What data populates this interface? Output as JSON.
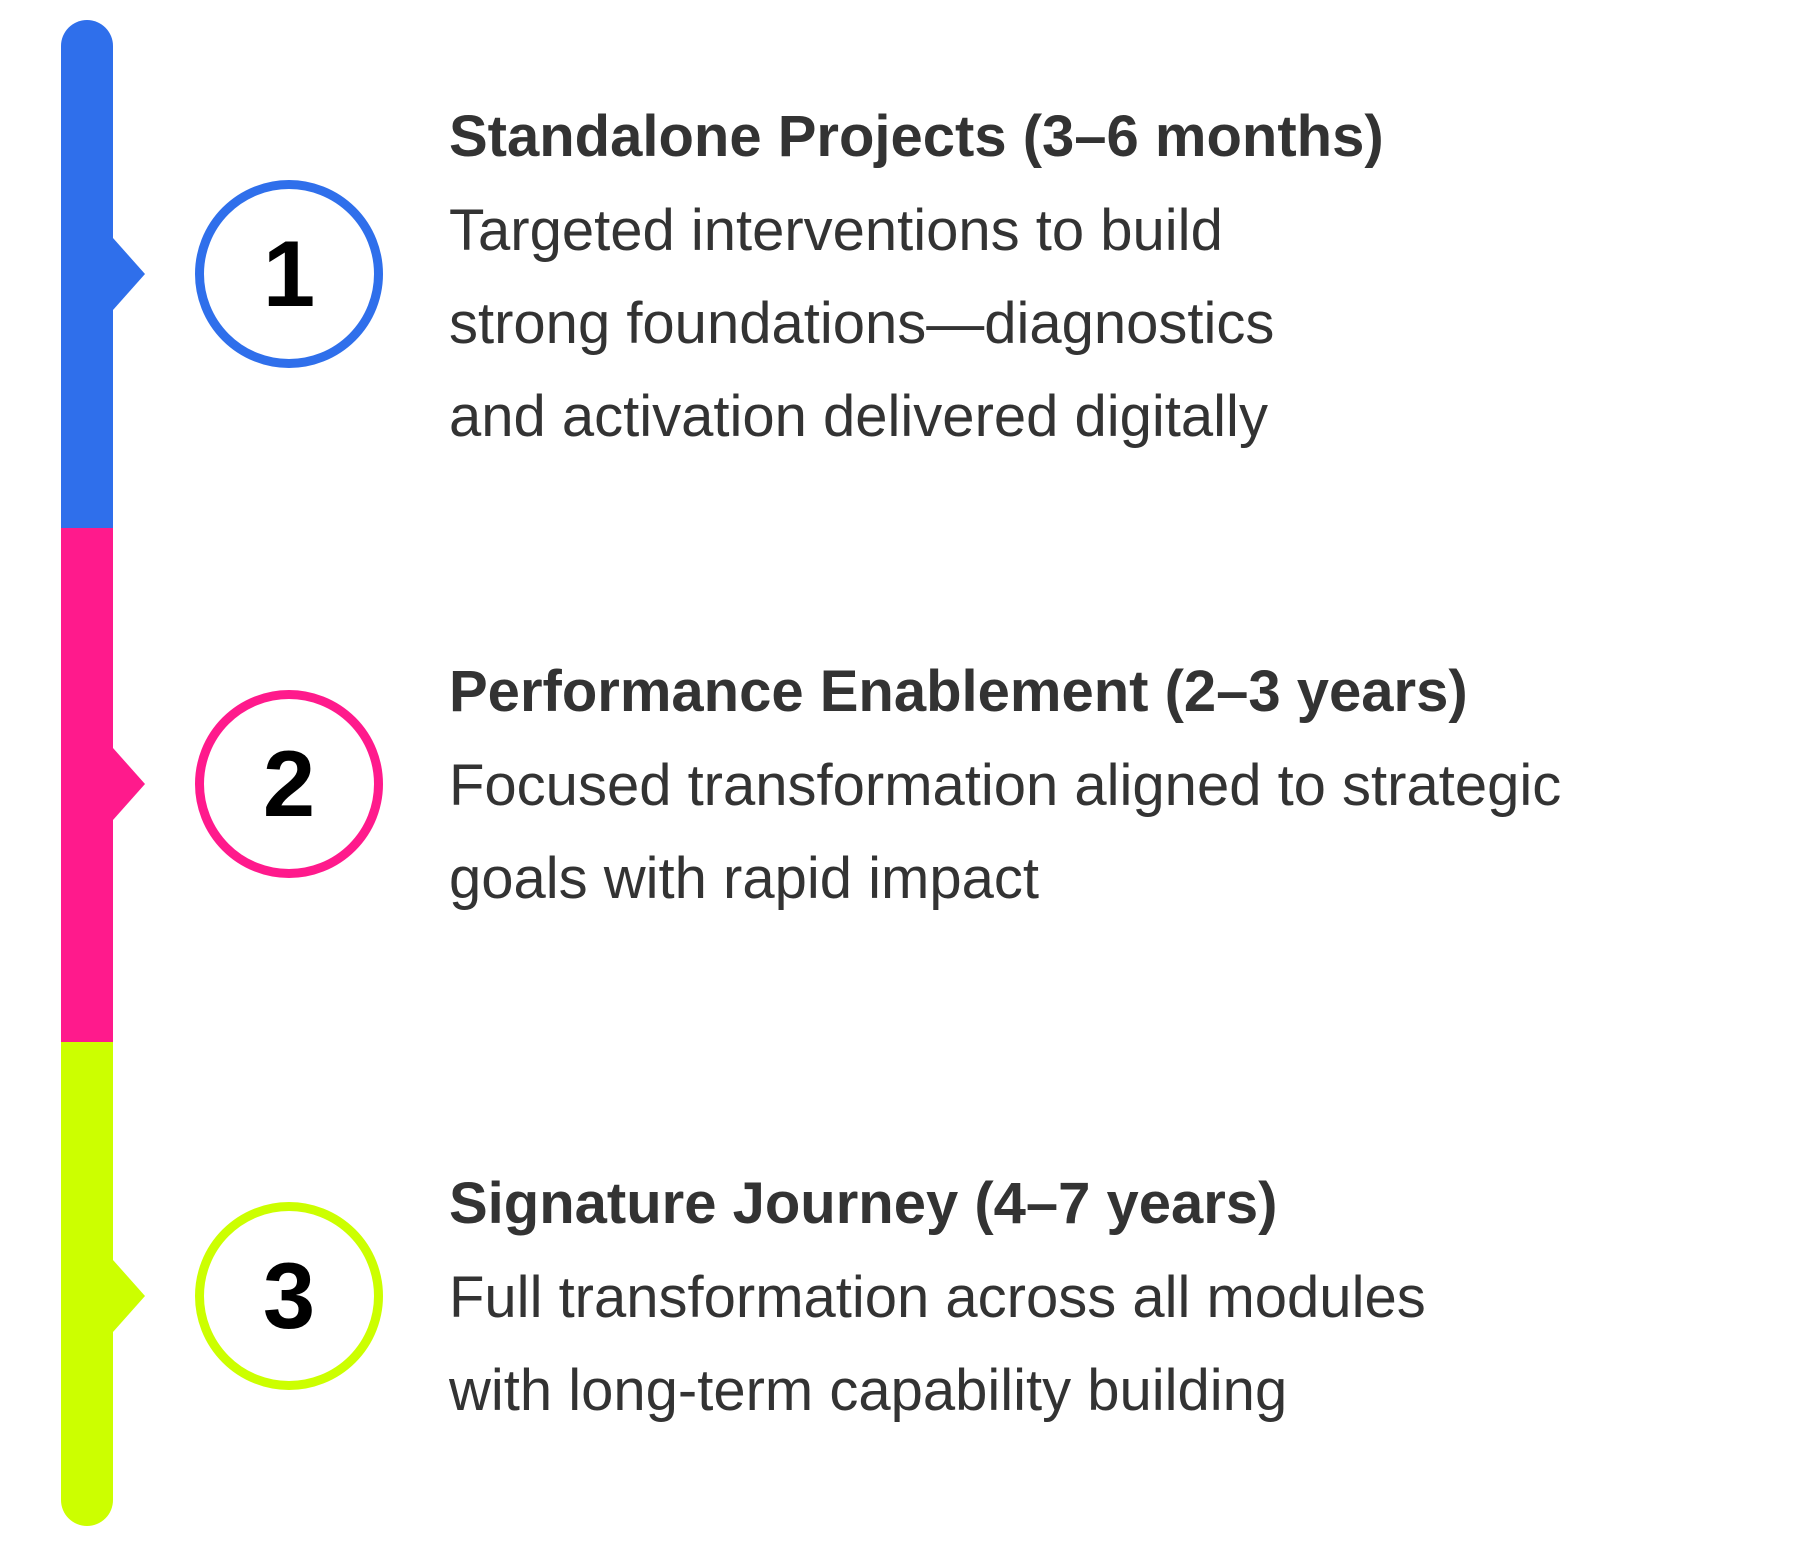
{
  "colors": {
    "blue": "#2F6FEB",
    "magenta": "#FF1A8C",
    "lime": "#CCFF00",
    "text": "#333333",
    "number": "#000000"
  },
  "steps": [
    {
      "number": "1",
      "title": "Standalone Projects (3–6 months)",
      "description_lines": [
        "Targeted interventions to build",
        "strong foundations—diagnostics",
        "and activation delivered digitally"
      ],
      "color": "blue"
    },
    {
      "number": "2",
      "title": "Performance Enablement (2–3 years)",
      "description_lines": [
        "Focused transformation aligned to strategic",
        "goals with rapid impact"
      ],
      "color": "magenta"
    },
    {
      "number": "3",
      "title": "Signature Journey (4–7 years)",
      "description_lines": [
        "Full transformation across all modules",
        "with long-term capability building"
      ],
      "color": "lime"
    }
  ]
}
